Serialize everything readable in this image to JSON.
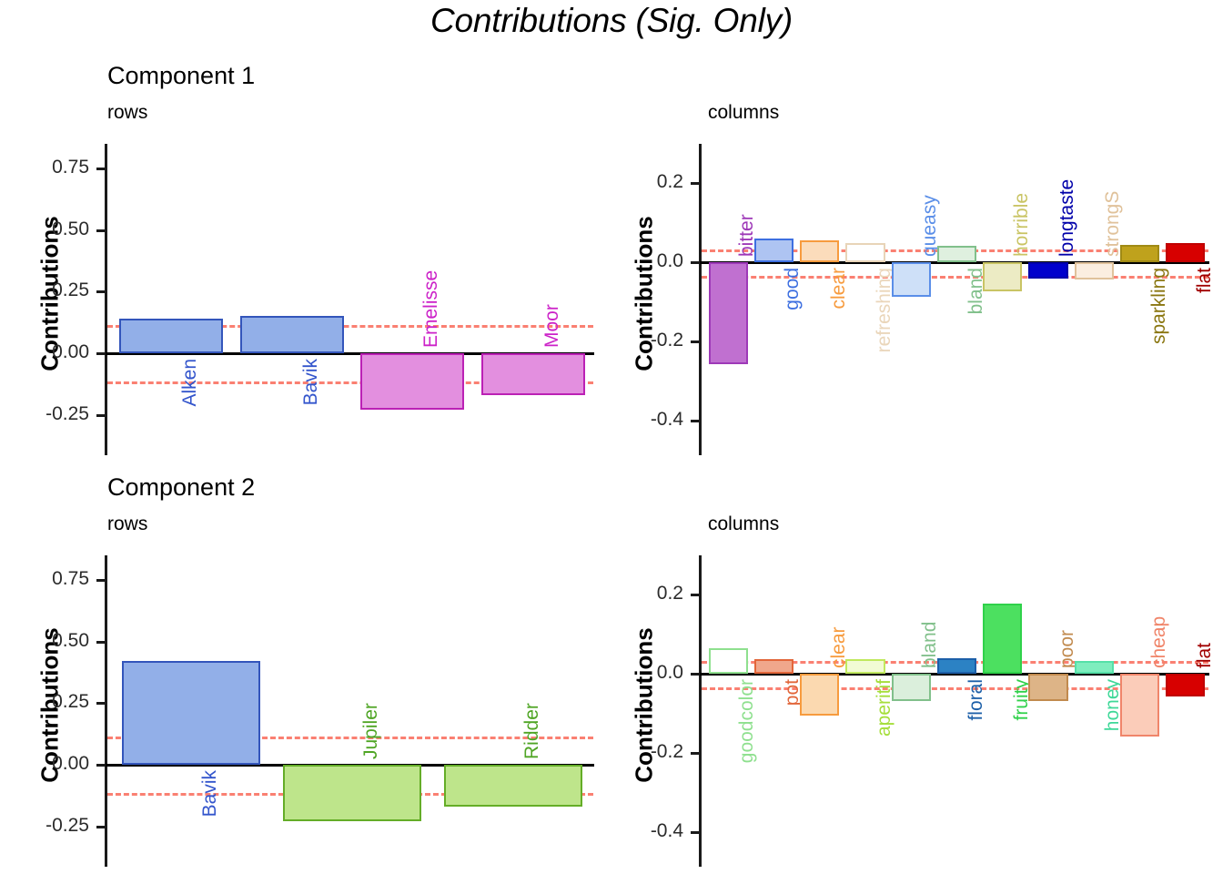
{
  "title": "Contributions (Sig. Only)",
  "panels": [
    {
      "heading": "Component 1",
      "rows_label": "rows",
      "columns_label": "columns"
    },
    {
      "heading": "Component 2",
      "rows_label": "rows",
      "columns_label": "columns"
    }
  ],
  "axis_title": "Contributions",
  "chart_data": [
    {
      "type": "bar",
      "title": "Component 1 - rows",
      "xlabel": "",
      "ylabel": "Contributions",
      "ylim": [
        -0.37,
        0.85
      ],
      "yticks": [
        0.75,
        0.5,
        0.25,
        0.0,
        -0.25
      ],
      "yticklabels": [
        "0.75",
        "0.50",
        "0.25",
        "0.00",
        "-0.25"
      ],
      "grid": false,
      "threshold_lines": [
        0.115,
        -0.115
      ],
      "categories": [
        "Alken",
        "Bavik",
        "Emelisse",
        "Moor"
      ],
      "values": [
        0.14,
        0.15,
        -0.23,
        -0.17
      ],
      "fills": [
        "#92AFE8",
        "#92AFE8",
        "#E38FDF",
        "#E38FDF"
      ],
      "strokes": [
        "#3355BB",
        "#3355BB",
        "#BB21B5",
        "#BB21B5"
      ],
      "label_colors": [
        "#3355CC",
        "#3355CC",
        "#CC22C8",
        "#CC22C8"
      ]
    },
    {
      "type": "bar",
      "title": "Component 1 - columns",
      "xlabel": "",
      "ylabel": "Contributions",
      "ylim": [
        -0.46,
        0.3
      ],
      "yticks": [
        0.2,
        0.0,
        -0.2,
        -0.4
      ],
      "yticklabels": [
        "0.2",
        "0.0",
        "-0.2",
        "-0.4"
      ],
      "grid": false,
      "threshold_lines": [
        0.033,
        -0.033
      ],
      "categories": [
        "bitter",
        "good",
        "clear",
        "refreshing",
        "queasy",
        "bland",
        "horrible",
        "longtaste",
        "strongS",
        "sparkling",
        "flat"
      ],
      "values": [
        -0.257,
        0.061,
        0.057,
        0.048,
        -0.086,
        0.042,
        -0.073,
        -0.042,
        -0.044,
        0.045,
        0.048
      ],
      "fills": [
        "#C070D0",
        "#AEC4F2",
        "#FBDCBB",
        "#FFFFFF",
        "#CEE0F8",
        "#DFF0DF",
        "#ECEBC4",
        "#0000CC",
        "#FBEEE0",
        "#BFA21C",
        "#D70000"
      ],
      "strokes": [
        "#9E39B8",
        "#3D6FE0",
        "#F79B3E",
        "#E8D4B8",
        "#5A8EE8",
        "#81C08B",
        "#C9C464",
        "#0000AA",
        "#E0C29B",
        "#A08A14",
        "#C00000"
      ],
      "label_colors": [
        "#9E39B8",
        "#3D6FE0",
        "#F79B3E",
        "#EAD6BA",
        "#5A8EE8",
        "#81C08B",
        "#C9C464",
        "#0000AA",
        "#E0C29B",
        "#8A7610",
        "#A00000"
      ]
    },
    {
      "type": "bar",
      "title": "Component 2 - rows",
      "xlabel": "",
      "ylabel": "Contributions",
      "ylim": [
        -0.37,
        0.85
      ],
      "yticks": [
        0.75,
        0.5,
        0.25,
        0.0,
        -0.25
      ],
      "yticklabels": [
        "0.75",
        "0.50",
        "0.25",
        "0.00",
        "-0.25"
      ],
      "grid": false,
      "threshold_lines": [
        0.115,
        -0.115
      ],
      "categories": [
        "Bavik",
        "Jupiler",
        "Ridder"
      ],
      "values": [
        0.42,
        -0.23,
        -0.17
      ],
      "fills": [
        "#92AFE8",
        "#BEE58B",
        "#BEE58B"
      ],
      "strokes": [
        "#3355BB",
        "#64AD27",
        "#64AD27"
      ],
      "label_colors": [
        "#3355CC",
        "#4FA524",
        "#4FA524"
      ]
    },
    {
      "type": "bar",
      "title": "Component 2 - columns",
      "xlabel": "",
      "ylabel": "Contributions",
      "ylim": [
        -0.46,
        0.3
      ],
      "yticks": [
        0.2,
        0.0,
        -0.2,
        -0.4
      ],
      "yticklabels": [
        "0.2",
        "0.0",
        "-0.2",
        "-0.4"
      ],
      "grid": false,
      "threshold_lines": [
        0.033,
        -0.033
      ],
      "categories": [
        "goodcolor",
        "pot",
        "clear",
        "aperitif",
        "bland",
        "floral",
        "fruity",
        "poor",
        "honey",
        "cheap",
        "flat"
      ],
      "values": [
        0.064,
        0.038,
        -0.105,
        0.037,
        -0.068,
        0.039,
        0.178,
        -0.069,
        0.032,
        -0.158,
        -0.056
      ],
      "fills": [
        "#FFFFFF",
        "#F0A78C",
        "#FBD9B0",
        "#F2FBD5",
        "#DBEFDC",
        "#2C82C4",
        "#4CE060",
        "#DDB487",
        "#7EEDBE",
        "#FBCCB9",
        "#D70000"
      ],
      "strokes": [
        "#8FE08F",
        "#E2663A",
        "#F79B3E",
        "#C0E95E",
        "#81C08B",
        "#1C5FA8",
        "#2FD14A",
        "#C18A4E",
        "#55E0A8",
        "#F0856A",
        "#C00000"
      ],
      "label_colors": [
        "#8FE08F",
        "#E2663A",
        "#F79B3E",
        "#A5DE3A",
        "#81C08B",
        "#1C5FA8",
        "#2FD14A",
        "#C18A4E",
        "#3ED898",
        "#F0856A",
        "#A00000"
      ]
    }
  ]
}
